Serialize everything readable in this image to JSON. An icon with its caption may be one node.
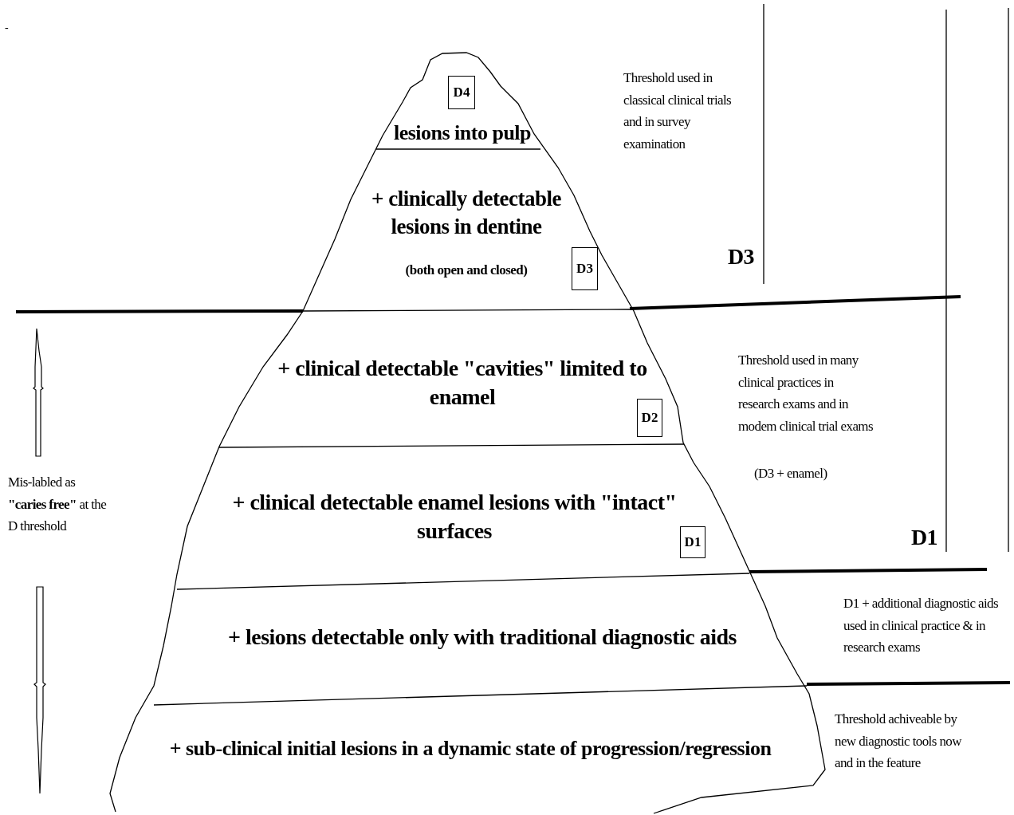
{
  "diagram": {
    "nodes": [
      {
        "text": [
          "lesions into pulp"
        ]
      },
      {
        "text": [
          "D4"
        ],
        "in": 0
      },
      {
        "text": [
          "+ clinically detectable lesions in dentine",
          "(both open and closed)"
        ]
      },
      {
        "text": [
          "D3"
        ],
        "in": 2
      },
      {
        "text": [
          "+ clinical detectable \"cavities\" limited to enamel"
        ]
      },
      {
        "text": [
          "D2"
        ],
        "in": 4
      },
      {
        "text": [
          "+ clinical detectable enamel lesions with \"intact\" surfaces"
        ]
      },
      {
        "text": [
          "D1"
        ],
        "in": 6
      },
      {
        "text": [
          "+ lesions detectable only with traditional diagnostic aids"
        ]
      },
      {
        "text": [
          "+ sub-clinical initial lesions in a dynamic state of progression/regression"
        ]
      }
    ],
    "edges": [],
    "labels": [
      "-",
      "Threshold used in classical clinical trials and in survey examination",
      "D3",
      "Threshold used in many clinical practices in research exams and in modem clinical trial exams",
      "(D3 + enamel)",
      "Mis-labled as **\"caries free\"** at the D threshold",
      "D1",
      "D1 + additional diagnostic aids used in clinical practice & in research exams",
      "Threshold achiveable by new diagnostic tools now and in the feature"
    ]
  }
}
